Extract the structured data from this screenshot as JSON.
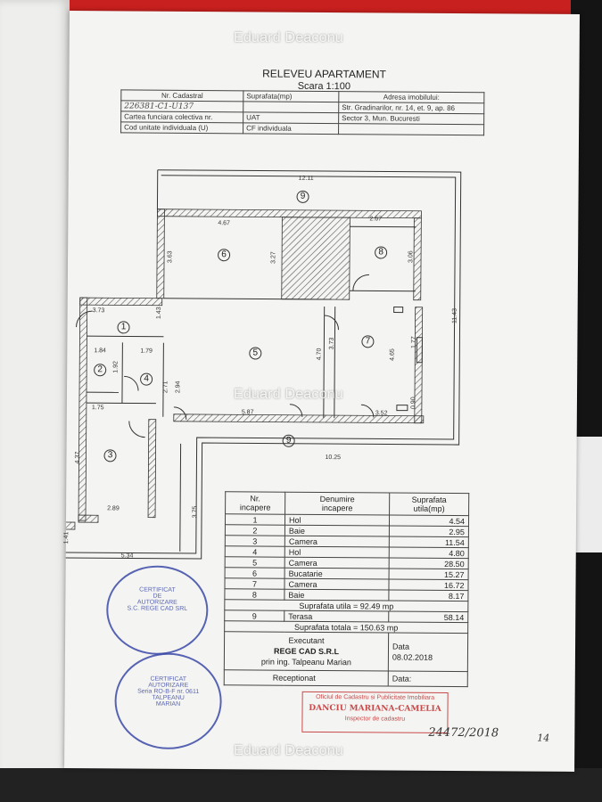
{
  "watermark": "Eduard Deaconu",
  "document": {
    "title": "RELEVEU APARTAMENT",
    "scale": "Scara 1:100"
  },
  "header_table": {
    "row1": [
      "Nr. Cadastral",
      "Suprafata(mp)",
      "Adresa imobilului:"
    ],
    "row2": [
      "226381-C1-U137",
      "",
      "Str. Gradinarilor, nr. 14, et. 9, ap. 86"
    ],
    "row3": [
      "Cartea funciara colectiva nr.",
      "UAT",
      "Sector 3, Mun. Bucuresti"
    ],
    "row4": [
      "Cod unitate individuala (U)",
      "CF individuala",
      ""
    ]
  },
  "plan": {
    "dimensions": [
      "12.11",
      "4.67",
      "2.67",
      "3.63",
      "3.27",
      "3.06",
      "3.73",
      "1.43",
      "1.84",
      "1.79",
      "1.92",
      "2.71",
      "2.94",
      "1.75",
      "4.70",
      "3.73",
      "4.65",
      "1.77",
      "0.90",
      "11.43",
      "5.87",
      "3.52",
      "10.25",
      "4.37",
      "2.89",
      "1.41",
      "5.34",
      "3.75"
    ],
    "room_numbers": [
      "1",
      "2",
      "3",
      "4",
      "5",
      "6",
      "7",
      "8",
      "9",
      "9"
    ]
  },
  "rooms_table": {
    "headers": [
      "Nr.\nincapere",
      "Denumire\nincapere",
      "Suprafata\nutila(mp)"
    ],
    "rows": [
      [
        "1",
        "Hol",
        "4.54"
      ],
      [
        "2",
        "Baie",
        "2.95"
      ],
      [
        "3",
        "Camera",
        "11.54"
      ],
      [
        "4",
        "Hol",
        "4.80"
      ],
      [
        "5",
        "Camera",
        "28.50"
      ],
      [
        "6",
        "Bucatarie",
        "15.27"
      ],
      [
        "7",
        "Camera",
        "16.72"
      ],
      [
        "8",
        "Baie",
        "8.17"
      ]
    ],
    "useful_total": "Suprafata utila = 92.49 mp",
    "terrace": [
      "9",
      "Terasa",
      "58.14"
    ],
    "grand_total": "Suprafata totala = 150.63 mp",
    "executant_label": "Executant",
    "executant_name": "REGE CAD S.R.L",
    "executant_by": "prin ing. Talpeanu Marian",
    "date_label": "Data",
    "date": "08.02.2018",
    "receptionat": "Receptionat",
    "receptionat_date": "Data:"
  },
  "stamps": {
    "stamp1_lines": [
      "CERTIFICAT",
      "DE",
      "AUTORIZARE",
      "S.C. REGE CAD SRL"
    ],
    "stamp2_lines": [
      "CERTIFICAT",
      "AUTORIZARE",
      "Seria RO-B-F nr. 0611",
      "TALPEANU",
      "MARIAN"
    ],
    "red_stamp_lines": [
      "Oficiul de Cadastru si Publicitate Imobiliara",
      "DANCIU MARIANA-CAMELIA",
      "Inspector de cadastru"
    ]
  },
  "handwritten": {
    "cadastral": "226381-C1-U137",
    "number": "24472/2018",
    "page": "14"
  }
}
